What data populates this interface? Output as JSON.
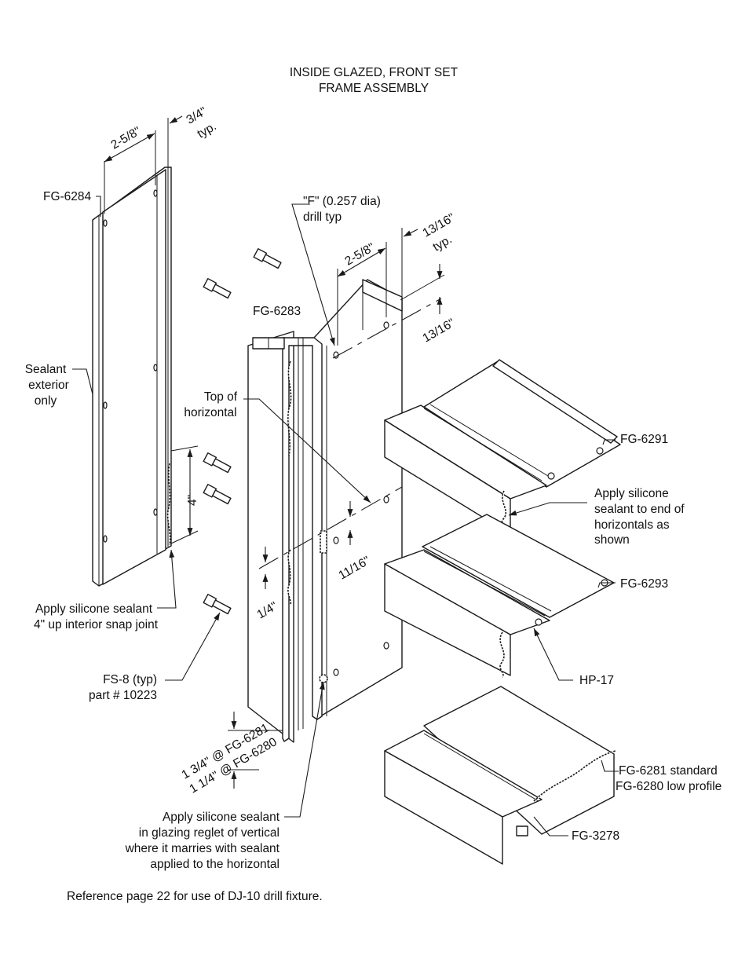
{
  "title": {
    "line1": "INSIDE GLAZED, FRONT SET",
    "line2": "FRAME ASSEMBLY"
  },
  "parts": {
    "fg6284": "FG-6284",
    "fg6283": "FG-6283",
    "fg6291": "FG-6291",
    "fg6293": "FG-6293",
    "hp17": "HP-17",
    "fg6281_line1": "FG-6281 standard",
    "fg6281_line2": "FG-6280 low profile",
    "fg3278": "FG-3278",
    "fs8_line1": "FS-8 (typ)",
    "fs8_line2": "part # 10223"
  },
  "dimensions": {
    "d_258_a": "2-5/8\"",
    "d_34": "3/4\"",
    "d_34_typ": "typ.",
    "d_258_b": "2-5/8\"",
    "d_1316_a": "13/16\"",
    "d_1316_typ": "typ.",
    "d_1316_b": "13/16\"",
    "d_4": "4\"",
    "d_1116": "11/16\"",
    "d_14": "1/4\"",
    "d_134": "1 3/4\" @ FG-6281",
    "d_114": "1 1/4\" @ FG-6280"
  },
  "notes": {
    "drill_line1": "\"F\" (0.257 dia)",
    "drill_line2": "drill typ",
    "sealant_ext_1": "Sealant",
    "sealant_ext_2": "exterior",
    "sealant_ext_3": "only",
    "top_horiz_1": "Top of",
    "top_horiz_2": "horizontal",
    "apply_end_1": "Apply silicone",
    "apply_end_2": "sealant to end of",
    "apply_end_3": "horizontals as",
    "apply_end_4": "shown",
    "apply_snap_1": "Apply silicone sealant",
    "apply_snap_2": "4\" up interior snap joint",
    "apply_reglet_1": "Apply silicone sealant",
    "apply_reglet_2": "in glazing reglet of vertical",
    "apply_reglet_3": "where it marries with sealant",
    "apply_reglet_4": "applied to the horizontal"
  },
  "footer": "Reference page 22 for use of DJ-10 drill fixture."
}
